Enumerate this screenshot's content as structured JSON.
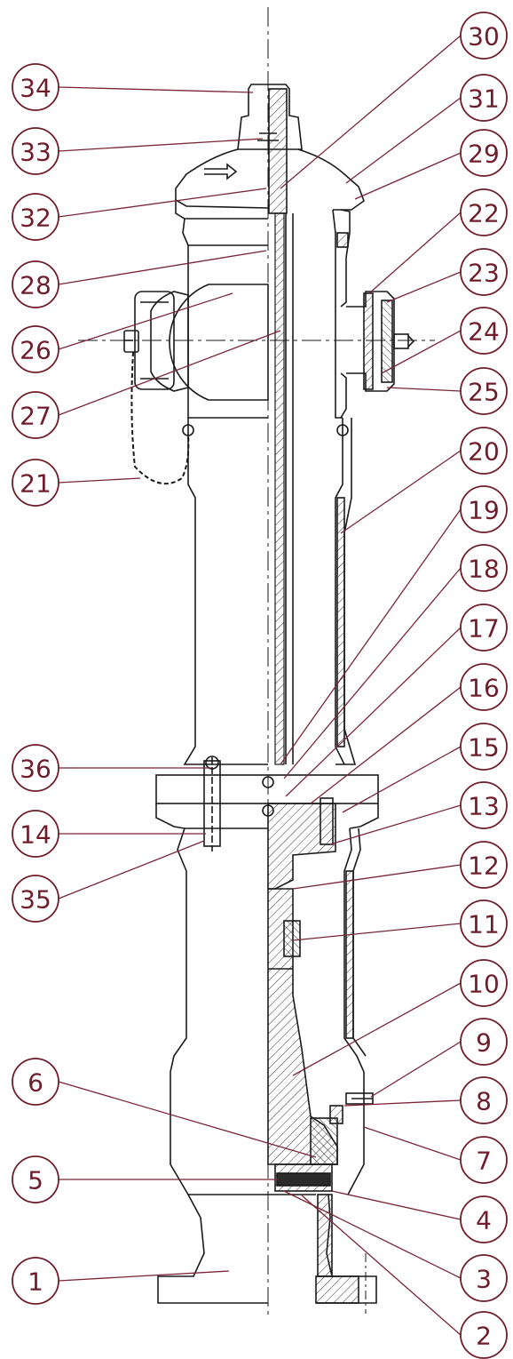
{
  "drawing": {
    "ink_color": "#1a1a1a",
    "leader_color": "#7a2535",
    "callout_color": "#6e1d2a",
    "hatch_color": "#333333"
  },
  "callouts_left": [
    {
      "label": "34"
    },
    {
      "label": "33"
    },
    {
      "label": "32"
    },
    {
      "label": "28"
    },
    {
      "label": "26"
    },
    {
      "label": "27"
    },
    {
      "label": "21"
    },
    {
      "label": "36"
    },
    {
      "label": "14"
    },
    {
      "label": "35"
    },
    {
      "label": "6"
    },
    {
      "label": "5"
    },
    {
      "label": "1"
    }
  ],
  "callouts_right": [
    {
      "label": "30"
    },
    {
      "label": "31"
    },
    {
      "label": "29"
    },
    {
      "label": "22"
    },
    {
      "label": "23"
    },
    {
      "label": "24"
    },
    {
      "label": "25"
    },
    {
      "label": "20"
    },
    {
      "label": "19"
    },
    {
      "label": "18"
    },
    {
      "label": "17"
    },
    {
      "label": "16"
    },
    {
      "label": "15"
    },
    {
      "label": "13"
    },
    {
      "label": "12"
    },
    {
      "label": "11"
    },
    {
      "label": "10"
    },
    {
      "label": "9"
    },
    {
      "label": "8"
    },
    {
      "label": "7"
    },
    {
      "label": "4"
    },
    {
      "label": "3"
    },
    {
      "label": "2"
    }
  ]
}
